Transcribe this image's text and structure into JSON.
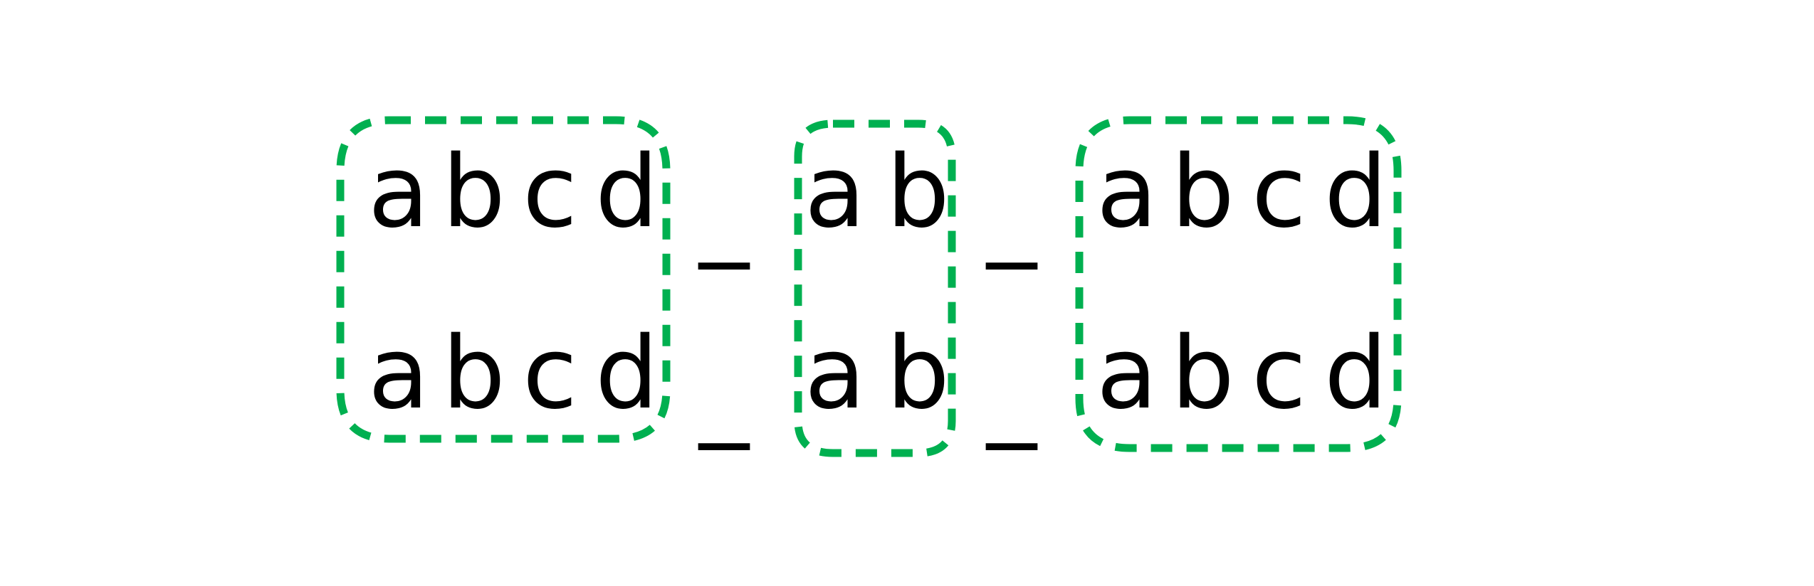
{
  "groups": [
    {
      "rows": [
        [
          "a",
          "b",
          "c",
          "d"
        ],
        [
          "a",
          "b",
          "c",
          "d"
        ]
      ]
    },
    {
      "rows": [
        [
          "a",
          "b"
        ],
        [
          "a",
          "b"
        ]
      ]
    },
    {
      "rows": [
        [
          "a",
          "b",
          "c",
          "d"
        ],
        [
          "a",
          "b",
          "c",
          "d"
        ]
      ]
    }
  ],
  "separator": "_",
  "colors": {
    "box_stroke": "#00b050",
    "text": "#000000",
    "background": "#ffffff"
  },
  "box_style": "dashed-rounded"
}
